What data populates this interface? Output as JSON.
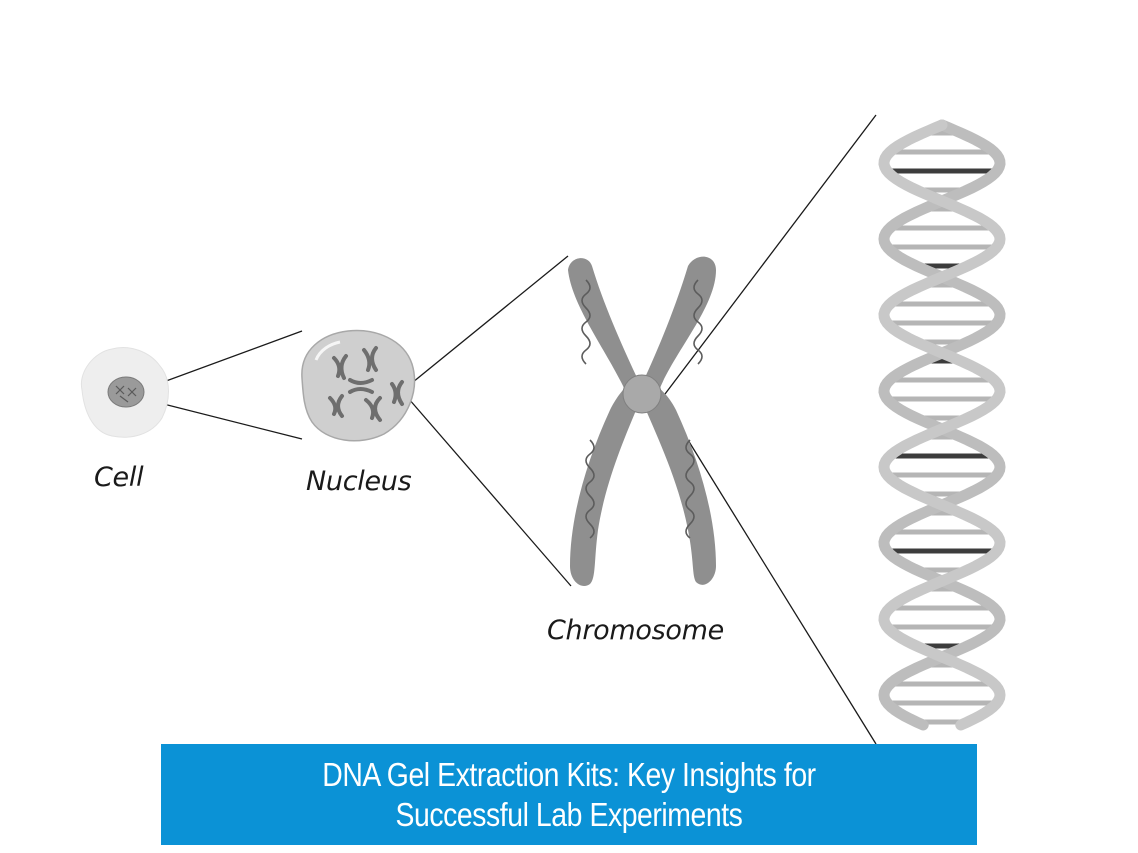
{
  "labels": {
    "cell": "Cell",
    "nucleus": "Nucleus",
    "chromosome": "Chromosome"
  },
  "banner": {
    "line1": "DNA Gel Extraction Kits: Key Insights for",
    "line2": "Successful Lab Experiments"
  },
  "colors": {
    "banner_bg": "#0b92d6",
    "banner_text": "#ffffff",
    "chromosome_fill": "#8c8c8c",
    "dna_backbone": "#c8c8c8",
    "dna_rung_light": "#b5b5b5",
    "dna_rung_dark": "#3c3c3c"
  }
}
